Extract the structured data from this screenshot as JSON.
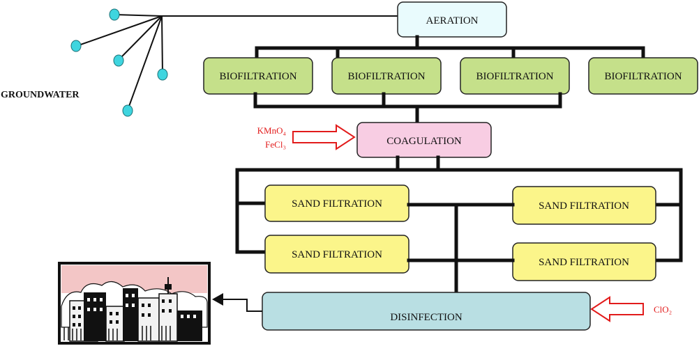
{
  "source_label": "GROUNDWATER",
  "stages": {
    "aeration": "AERATION",
    "biofiltration": [
      "BIOFILTRATION",
      "BIOFILTRATION",
      "BIOFILTRATION",
      "BIOFILTRATION"
    ],
    "coagulation": "COAGULATION",
    "sand_filtration": [
      "SAND FILTRATION",
      "SAND FILTRATION",
      "SAND FILTRATION",
      "SAND FILTRATION"
    ],
    "disinfection": "DISINFECTION"
  },
  "chemicals": {
    "coagulation_line1": "KMnO₄",
    "coagulation_line2": "FeCl₃",
    "disinfection": "ClO₂"
  },
  "colors": {
    "aeration_fill": "#e9fbfd",
    "biofiltration_fill": "#c5e08a",
    "coagulation_fill": "#f8cde3",
    "sand_fill": "#fbf58a",
    "disinfection_fill": "#b9dfe3",
    "well_fill": "#3fd5df",
    "chemical_arrow": "#e21b1b",
    "city_sky": "#f3c6c6"
  },
  "icons": {
    "wells": "well-icon",
    "destination": "city-icon"
  }
}
